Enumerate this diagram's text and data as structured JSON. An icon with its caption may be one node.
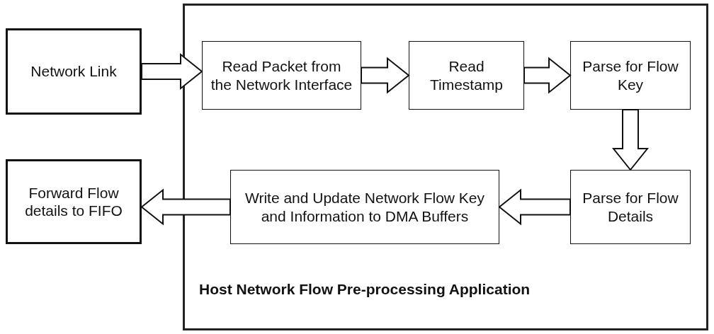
{
  "diagram": {
    "nodes": [
      {
        "text": [
          "Network Link"
        ]
      },
      {
        "text": [
          "Host Network Flow Pre-processing Application"
        ]
      },
      {
        "text": [
          "Read Packet from the Network Interface"
        ],
        "in": 1
      },
      {
        "text": [
          "Read Timestamp"
        ],
        "in": 1
      },
      {
        "text": [
          "Parse for Flow Key"
        ],
        "in": 1
      },
      {
        "text": [
          "Parse for Flow Details"
        ],
        "in": 1
      },
      {
        "text": [
          "Write and Update Network Flow Key and Information to DMA Buffers"
        ],
        "in": 1
      },
      {
        "text": [
          "Forward Flow details to FIFO"
        ]
      }
    ],
    "edges": [
      {
        "from": 0,
        "to": 2,
        "arrow": "to"
      },
      {
        "from": 2,
        "to": 3,
        "arrow": "to"
      },
      {
        "from": 3,
        "to": 4,
        "arrow": "to"
      },
      {
        "from": 4,
        "to": 5,
        "arrow": "to"
      },
      {
        "from": 5,
        "to": 6,
        "arrow": "to"
      },
      {
        "from": 6,
        "to": 7,
        "arrow": "to"
      }
    ]
  }
}
